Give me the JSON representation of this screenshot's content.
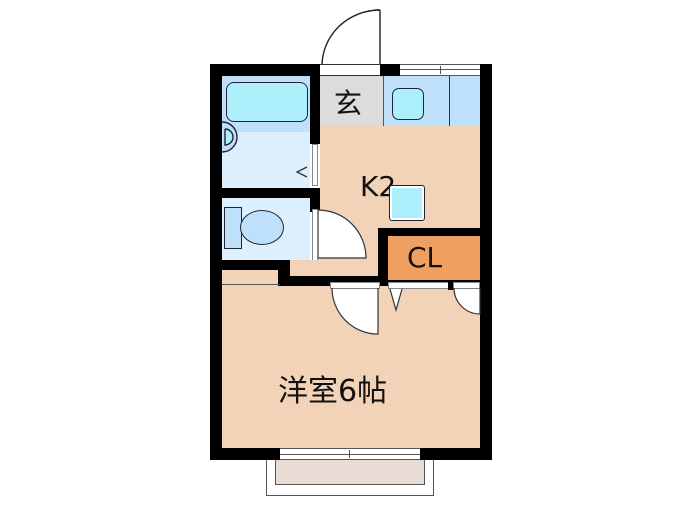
{
  "floorplan": {
    "rooms": {
      "entrance": {
        "label": "玄"
      },
      "kitchen": {
        "label": "K2"
      },
      "closet": {
        "label": "CL"
      },
      "western_room": {
        "label": "洋室6帖"
      }
    },
    "colors": {
      "wall": "#000000",
      "floor": "#f3d3b8",
      "wet_area": "#ddeffc",
      "fixture_blue": "#aeeffc",
      "entrance_floor": "#dcdcdc",
      "closet": "#ef9f5f"
    }
  }
}
